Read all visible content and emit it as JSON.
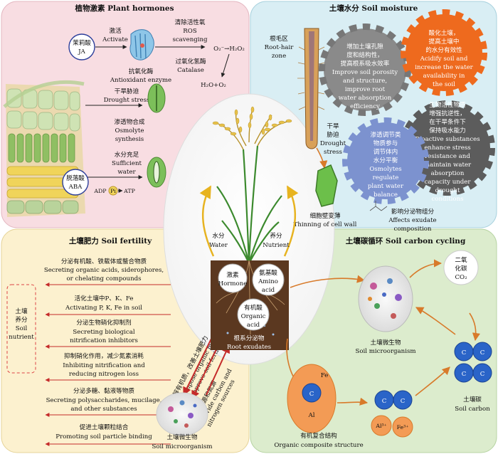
{
  "quadrants": {
    "plant_hormones": {
      "title": "植物激素 Plant hormones",
      "ja": [
        "茉莉酸",
        "JA"
      ],
      "activate": [
        "激活",
        "Activate"
      ],
      "antioxidant": "Antioxidant enzyme",
      "ros": [
        "清除活性氧",
        "ROS",
        "scavenging"
      ],
      "o2": "O₂⁻→H₂O₂",
      "catalase": [
        "过氧化氢酶",
        "Catalase"
      ],
      "h2o": "H₂O+O₂",
      "antioxidant_cn": "抗氧化酶",
      "drought": [
        "干旱胁迫",
        "Drought stress"
      ],
      "osmolyte": [
        "渗透物合成",
        "Osmolyte",
        "synthesis"
      ],
      "sufficient": [
        "水分充足",
        "Sufficient",
        "water"
      ],
      "aba": [
        "脱落酸",
        "ABA"
      ],
      "atp": [
        "ADP",
        "Pi",
        "ATP"
      ]
    },
    "soil_moisture": {
      "title": "土壤水分 Soil moisture",
      "root_hair": [
        "根毛区",
        "Root-hair",
        "zone"
      ],
      "gear1": [
        "增加土壤孔隙",
        "度和结构性，",
        "提高根系吸水效率",
        "Improve soil porosity",
        "and structure,",
        "improve root",
        "water absorption",
        "efficiency"
      ],
      "gear2": [
        "酸化土壤，",
        "提高土壤中",
        "的水分有效性",
        "Acidify soil and",
        "increase the water",
        "availability in",
        "the soil"
      ],
      "gear3": [
        "生物活性物质",
        "增强抗逆性，",
        "在干旱条件下",
        "保持吸水能力",
        "Bioactive substances",
        "enhance stress",
        "resistance and",
        "maintain water",
        "absorption",
        "capacity under",
        "drought",
        "conditions"
      ],
      "gear4": [
        "渗透调节类",
        "物质参与",
        "调节体内",
        "水分平衡",
        "Osmolytes",
        "regulate",
        "plant water",
        "balance"
      ],
      "drought": [
        "干旱",
        "胁迫",
        "Drought",
        "stress"
      ],
      "thinning": [
        "细胞壁变薄",
        "Thinning of cell wall"
      ],
      "exudate": [
        "影响分泌物组分",
        "Affects exudate",
        "composition"
      ]
    },
    "soil_fertility": {
      "title": "土壤肥力 Soil fertility",
      "side": [
        "土壤",
        "养分",
        "Soil",
        "nutrient"
      ],
      "items": [
        [
          "分泌有机酸、铁载体或螯合物质",
          "Secreting organic acids, siderophores,",
          "or chelating compounds"
        ],
        [
          "活化土壤中P、K、Fe",
          "Activating P, K, Fe in soil"
        ],
        [
          "分泌生物硝化抑制剂",
          "Secreting biological",
          "nitrification inhibitors"
        ],
        [
          "抑制硝化作用，减少氮素消耗",
          "Inhibiting nitrification and",
          "reducing nitrogen loss"
        ],
        [
          "分泌多糖、黏液等物质",
          "Secreting polysaccharides, mucilage,",
          "and other substances"
        ],
        [
          "促进土壤颗粒结合",
          "Promoting soil particle binding"
        ]
      ],
      "decompose": [
        "分解有机质，改善土壤肥力",
        "Decompose organic matter",
        "and improve soil fertility"
      ],
      "provide": [
        "提供碳源和氮源",
        "Provide carbon and",
        "nitrogen sources"
      ],
      "microbe": [
        "土壤微生物",
        "Soil microorganism"
      ]
    },
    "soil_carbon": {
      "title": "土壤碳循环 Soil carbon cycling",
      "co2": [
        "二氧",
        "化碳",
        "CO₂"
      ],
      "microbe": [
        "土壤微生物",
        "Soil microorganism"
      ],
      "soil_carbon": [
        "土壤碳",
        "Soil carbon"
      ],
      "organic": [
        "有机复合结构",
        "Organic composite structure"
      ],
      "c": "C",
      "fe": "Fe",
      "al": "Al",
      "al3": "Al³⁺",
      "fe3": "Fe³⁺"
    }
  },
  "center": {
    "water": [
      "水分",
      "Water"
    ],
    "nutrient": [
      "养分",
      "Nutrient"
    ],
    "hormone": [
      "激素",
      "Hormone"
    ],
    "amino": [
      "氨基酸",
      "Amino",
      "acid"
    ],
    "organic_acid": [
      "有机酸",
      "Organic",
      "acid"
    ],
    "root_exudates": [
      "根系分泌物",
      "Root exudates"
    ]
  },
  "colors": {
    "pink": "#f8dde2",
    "blue": "#d9eef4",
    "yellow": "#fcf1cf",
    "green": "#dceccd",
    "soil": "#5b3820",
    "gear_gray": "#8a8a8a",
    "gear_orange": "#ee6a1e",
    "gear_blue": "#7c92cf",
    "gear_dark": "#5c5c5c",
    "carbon": "#2a64c8",
    "red_arrow": "#c42a2a",
    "orange_arrow": "#d87a2a"
  }
}
